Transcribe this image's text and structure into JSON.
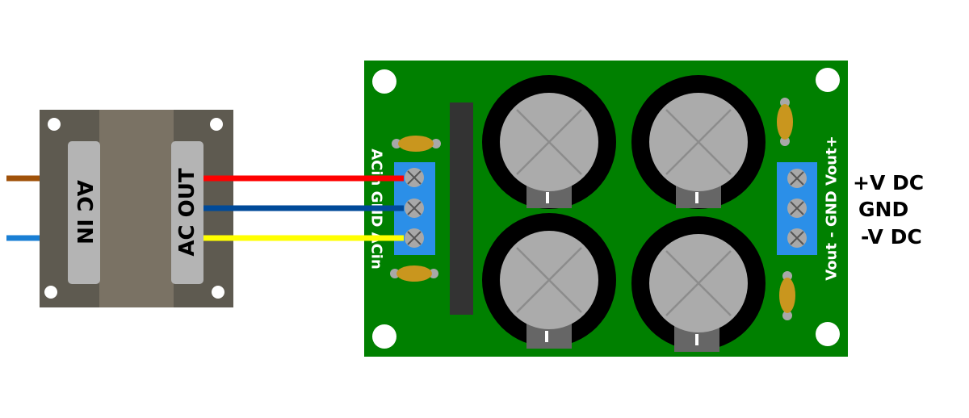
{
  "transformer": {
    "input_label": "AC IN",
    "output_label": "AC OUT",
    "body_color": "#5e5a50",
    "core_color": "#7a7264",
    "label_plate_color": "#b4b4b4"
  },
  "board": {
    "pcb_color": "#008000",
    "input_terminal_label": "ACin GND ACin",
    "output_terminal_label": "Vout - GND Vout+",
    "terminal_color": "#2b8fe8",
    "capacitor_count": 4
  },
  "output_labels": {
    "positive": "+V DC",
    "ground": "GND",
    "negative": "-V DC"
  },
  "wires": {
    "ac_in_1": "#a0520a",
    "ac_in_2": "#1a7fd4",
    "ac_out_1": "#ff0000",
    "ac_out_gnd": "#004a99",
    "ac_out_2": "#ffff00"
  }
}
